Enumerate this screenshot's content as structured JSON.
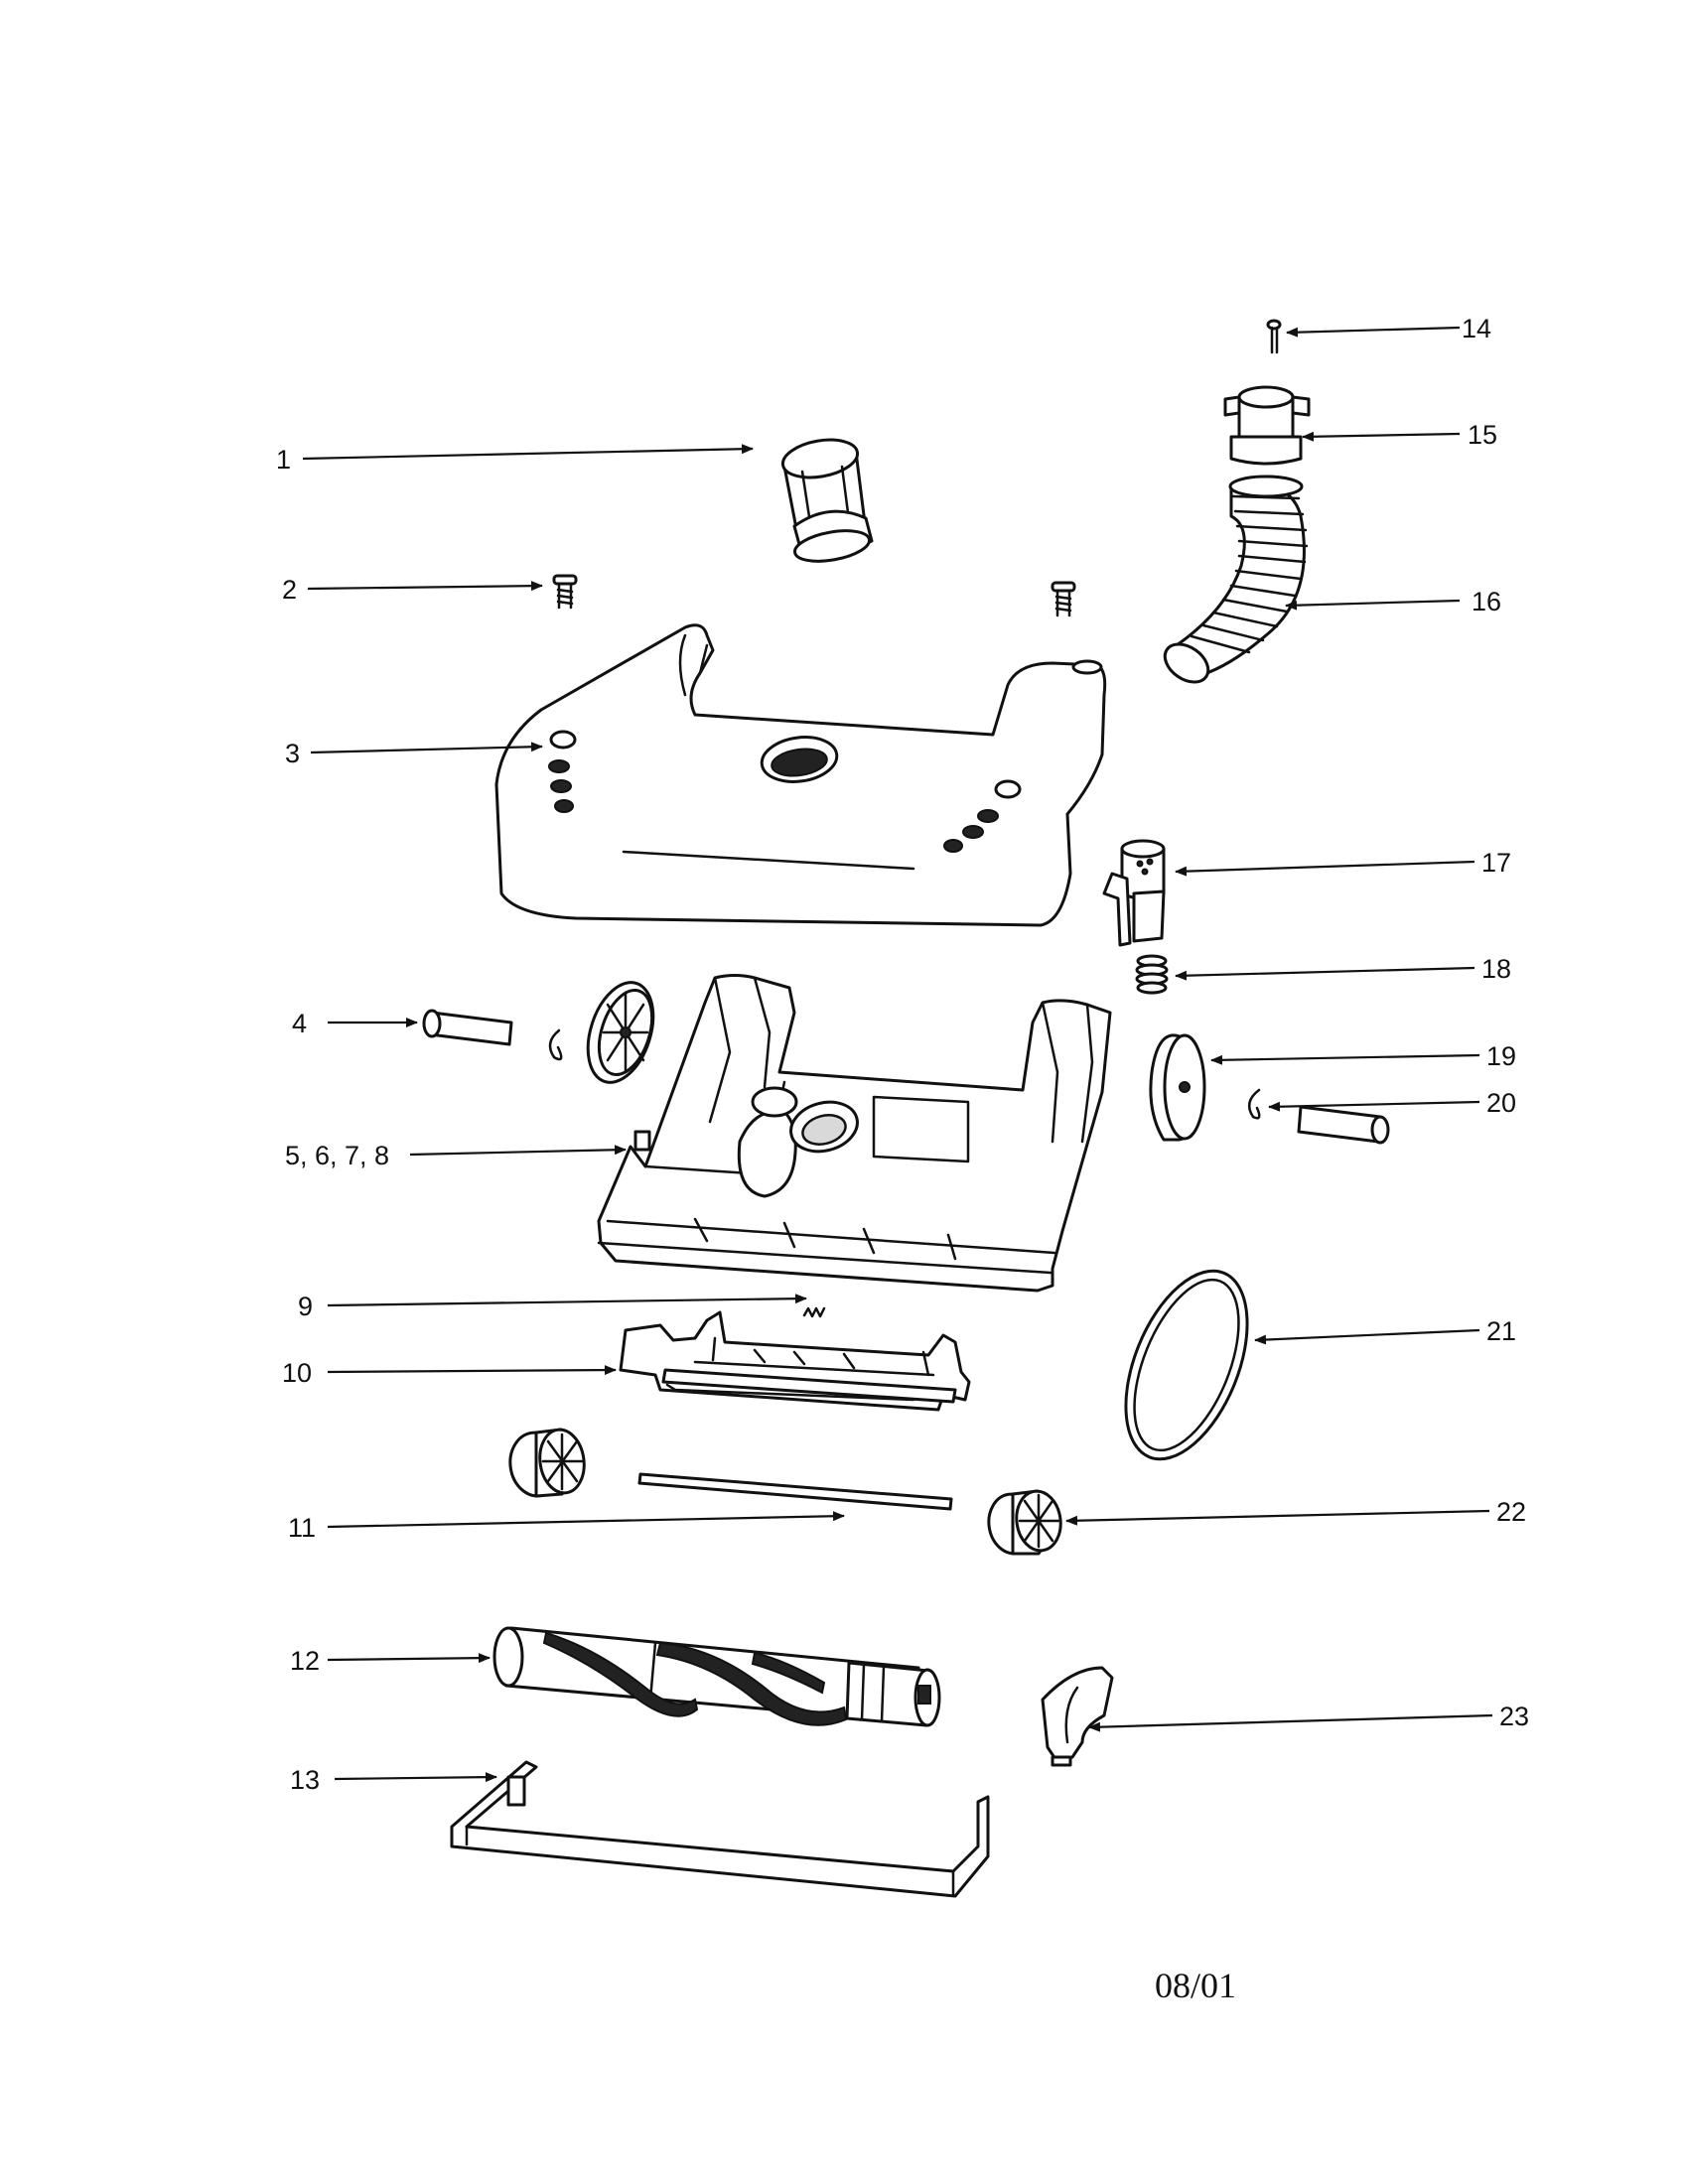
{
  "callouts": [
    {
      "id": "1",
      "label": "1"
    },
    {
      "id": "2",
      "label": "2"
    },
    {
      "id": "3",
      "label": "3"
    },
    {
      "id": "4",
      "label": "4"
    },
    {
      "id": "5-8",
      "label": "5, 6, 7, 8"
    },
    {
      "id": "9",
      "label": "9"
    },
    {
      "id": "10",
      "label": "10"
    },
    {
      "id": "11",
      "label": "11"
    },
    {
      "id": "12",
      "label": "12"
    },
    {
      "id": "13",
      "label": "13"
    },
    {
      "id": "14",
      "label": "14"
    },
    {
      "id": "15",
      "label": "15"
    },
    {
      "id": "16",
      "label": "16"
    },
    {
      "id": "17",
      "label": "17"
    },
    {
      "id": "18",
      "label": "18"
    },
    {
      "id": "19",
      "label": "19"
    },
    {
      "id": "20",
      "label": "20"
    },
    {
      "id": "21",
      "label": "21"
    },
    {
      "id": "22",
      "label": "22"
    },
    {
      "id": "23",
      "label": "23"
    }
  ],
  "date_code": "08/01"
}
